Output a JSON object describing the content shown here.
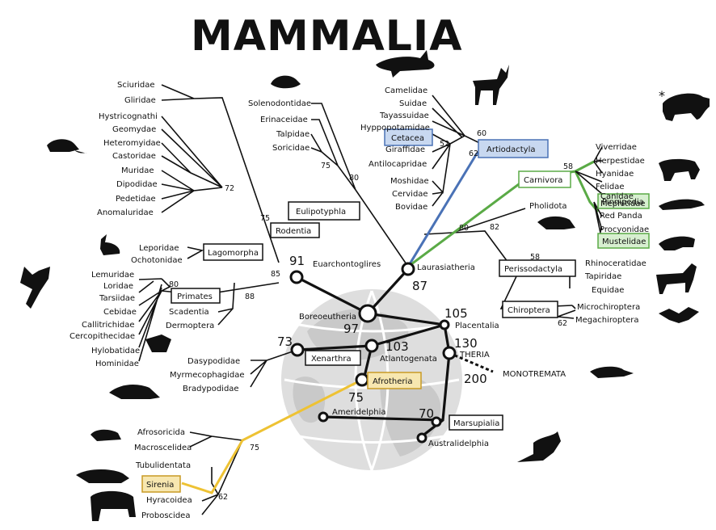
{
  "title": "MAMMALIA",
  "colors": {
    "blue": "#4a72b6",
    "green": "#5aaa46",
    "yellow": "#eec233",
    "black": "#111111",
    "globe": "#d6d6d6"
  },
  "labels": {
    "sciuridae": "Sciuridae",
    "gliridae": "Gliridae",
    "hystricognathi": "Hystricognathi",
    "geomydae": "Geomydae",
    "heteromyidae": "Heteromyidae",
    "castoridae": "Castoridae",
    "muridae": "Muridae",
    "dipodidae": "Dipodidae",
    "pedetidae": "Pedetidae",
    "anomaluridae": "Anomaluridae",
    "solenodontidae": "Solenodontidae",
    "erinaceidae": "Erinaceidae",
    "talpidae": "Talpidae",
    "soricidae": "Soricidae",
    "camelidae": "Camelidae",
    "suidae": "Suidae",
    "tayassuidae": "Tayassuidae",
    "hyppopotamidae": "Hyppopotamidae",
    "giraffidae": "Giraffidae",
    "antilocapridae": "Antilocapridae",
    "moshidae": "Moshidae",
    "cervidae": "Cervidae",
    "bovidae": "Bovidae",
    "viverridae": "Viverridae",
    "herpestidae": "Herpestidae",
    "hyanidae": "Hyanidae",
    "felidae": "Felidae",
    "canidae": "Canidae",
    "mephitidae": "Mephitidae",
    "red_panda": "Red Panda",
    "procyonidae": "Procyonidae",
    "pholidota": "Pholidota",
    "rhinoceratidae": "Rhinoceratidae",
    "tapiridae": "Tapiridae",
    "equidae": "Equidae",
    "microchiroptera": "Microchiroptera",
    "megachiroptera": "Megachiroptera",
    "leporidae": "Leporidae",
    "ochotonidae": "Ochotonidae",
    "lemuridae": "Lemuridae",
    "loridae": "Loridae",
    "tarsiidae": "Tarsiidae",
    "cebidae": "Cebidae",
    "callitrichidae": "Callitrichidae",
    "cercopithecidae": "Cercopithecidae",
    "hylobatidae": "Hylobatidae",
    "hominidae": "Hominidae",
    "scadentia": "Scadentia",
    "dermoptera": "Dermoptera",
    "dasypodidae": "Dasypodidae",
    "myrmecophagidae": "Myrmecophagidae",
    "bradypodidae": "Bradypodidae",
    "afrosoricida": "Afrosoricida",
    "macroscelidea": "Macroscelidea",
    "tubulidentata": "Tubulidentata",
    "hyracoidea": "Hyracoidea",
    "proboscidea": "Proboscidea",
    "euarchontoglires": "Euarchontoglires",
    "laurasiatheria": "Laurasiatheria",
    "boreoeutheria": "Boreoeutheria",
    "placentalia": "Placentalia",
    "atlantogenata": "Atlantogenata",
    "theria": "THERIA",
    "monotremata": "MONOTREMATA",
    "ameridelphia": "Ameridelphia",
    "australidelphia": "Australidelphia"
  },
  "boxes": {
    "cetacea": "Cetacea",
    "artiodactyla": "Artiodactyla",
    "carnivora": "Carnivora",
    "pinnipedia": "Pinnipedia",
    "mustelidae": "Mustelidae",
    "eulipotyphla": "Eulipotyphla",
    "rodentia": "Rodentia",
    "lagomorpha": "Lagomorpha",
    "primates": "Primates",
    "perissodactyla": "Perissodactyla",
    "chiroptera": "Chiroptera",
    "xenarthra": "Xenarthra",
    "afrotheria": "Afrotheria",
    "marsupialia": "Marsupialia",
    "sirenia": "Sirenia"
  },
  "nodes": {
    "euarchontoglires": "91",
    "laurasiatheria": "87",
    "boreoeutheria": "97",
    "placentalia": "105",
    "atlantogenata": "103",
    "xenarthra": "73",
    "theria": "130",
    "afrotheria": "75",
    "monotremata": "200",
    "marsupialia": "70"
  },
  "support": {
    "rod72": "72",
    "rod75": "75",
    "eul80": "80",
    "eul75": "75",
    "art60": "60",
    "art52": "52",
    "art62": "62",
    "car58": "58",
    "lau80": "80",
    "lau82": "82",
    "per58": "58",
    "chi62": "62",
    "pri80": "80",
    "pri85": "85",
    "sca88": "88",
    "afr75": "75",
    "afr62": "62"
  },
  "footnote": "*"
}
